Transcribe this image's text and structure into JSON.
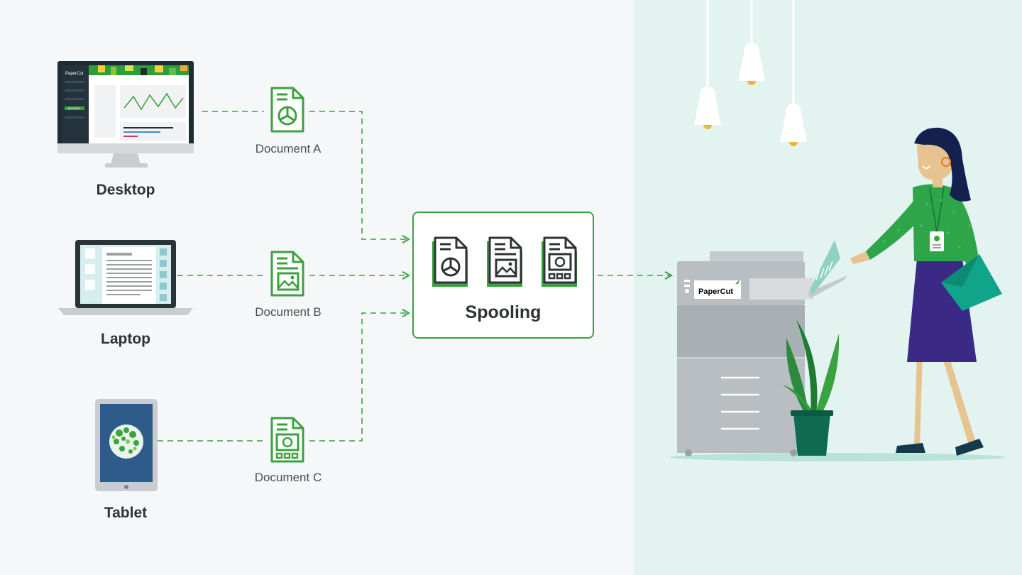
{
  "devices": {
    "desktop": {
      "label": "Desktop",
      "brand": "PaperCut",
      "menu_badge": "REPORTS"
    },
    "laptop": {
      "label": "Laptop"
    },
    "tablet": {
      "label": "Tablet"
    }
  },
  "documents": {
    "a": {
      "label": "Document A",
      "icon": "pie-chart-document-icon"
    },
    "b": {
      "label": "Document B",
      "icon": "image-document-icon"
    },
    "c": {
      "label": "Document C",
      "icon": "form-document-icon"
    }
  },
  "spooling": {
    "label": "Spooling"
  },
  "printer": {
    "brand": "PaperCut"
  },
  "colors": {
    "accent_green": "#3aa23f",
    "dark_text": "#2f3336",
    "right_panel": "#e2f3f0",
    "left_panel": "#f6f7f8"
  }
}
